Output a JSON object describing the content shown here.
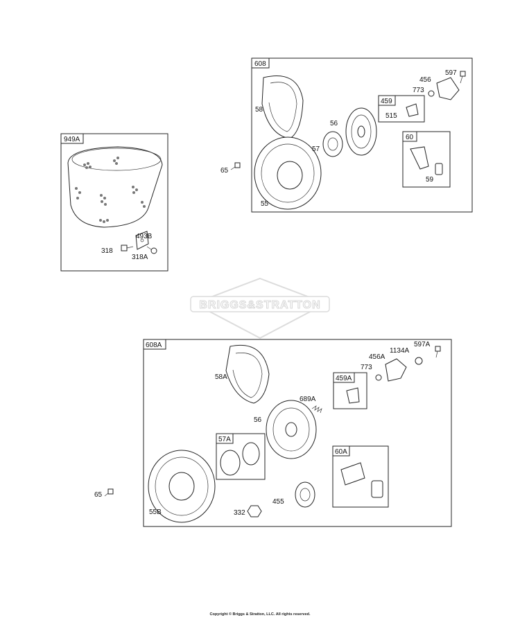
{
  "watermark": "BRIGGS&STRATTON",
  "copyright": "Copyright © Briggs & Stratton, LLC. All rights reserved.",
  "groups": {
    "g949A": "949A",
    "g608": "608",
    "g459": "459",
    "g60": "60",
    "g608A": "608A",
    "g459A": "459A",
    "g57A": "57A",
    "g60A": "60A"
  },
  "parts": {
    "p597": "597",
    "p456": "456",
    "p773": "773",
    "p515": "515",
    "p58": "58",
    "p56": "56",
    "p57": "57",
    "p59": "59",
    "p65": "65",
    "p55": "55",
    "p493B": "493B",
    "p318": "318",
    "p318A": "318A",
    "p597A": "597A",
    "p1134A": "1134A",
    "p456A": "456A",
    "p773b": "773",
    "p58A": "58A",
    "p689A": "689A",
    "p56b": "56",
    "p65b": "65",
    "p55B": "55B",
    "p332": "332",
    "p455": "455"
  }
}
